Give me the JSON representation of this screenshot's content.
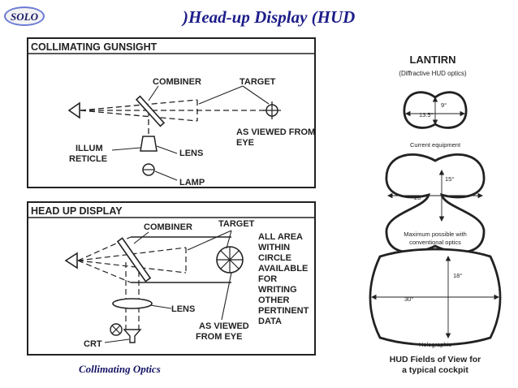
{
  "header": {
    "logo_text": "SOLO",
    "title": ")Head-up Display (HUD"
  },
  "caption": "Collimating Optics",
  "gunsight": {
    "title": "COLLIMATING GUNSIGHT",
    "combiner": "COMBINER",
    "target": "TARGET",
    "viewed_line1": "AS VIEWED FROM",
    "viewed_line2": "EYE",
    "illum_line1": "ILLUM",
    "illum_line2": "RETICLE",
    "lens": "LENS",
    "lamp": "LAMP"
  },
  "hud": {
    "title": "HEAD UP DISPLAY",
    "combiner": "COMBINER",
    "target": "TARGET",
    "area_lines": [
      "ALL AREA",
      "WITHIN",
      "CIRCLE",
      "AVAILABLE",
      "FOR",
      "WRITING",
      "OTHER",
      "PERTINENT",
      "DATA"
    ],
    "lens": "LENS",
    "viewed_line1": "AS VIEWED",
    "viewed_line2": "FROM EYE",
    "crt": "CRT"
  },
  "fov": {
    "title": "LANTIRN",
    "subtitle": "(Diffractive HUD optics)",
    "current": {
      "width_label": "13.5°",
      "height_label": "9°",
      "caption": "Current  equipment"
    },
    "conventional": {
      "width_label": "20°",
      "height_label": "15°",
      "caption_line1": "Maximum possible with",
      "caption_line2": "conventional optics"
    },
    "holographic": {
      "width_label": "30°",
      "height_label": "18°",
      "caption": "Holographic"
    },
    "footer_line1": "HUD Fields of View for",
    "footer_line2": "a typical cockpit"
  },
  "colors": {
    "title": "#1d1d8a",
    "logo_border": "#6b7bd6",
    "ink": "#1a1a1a"
  }
}
